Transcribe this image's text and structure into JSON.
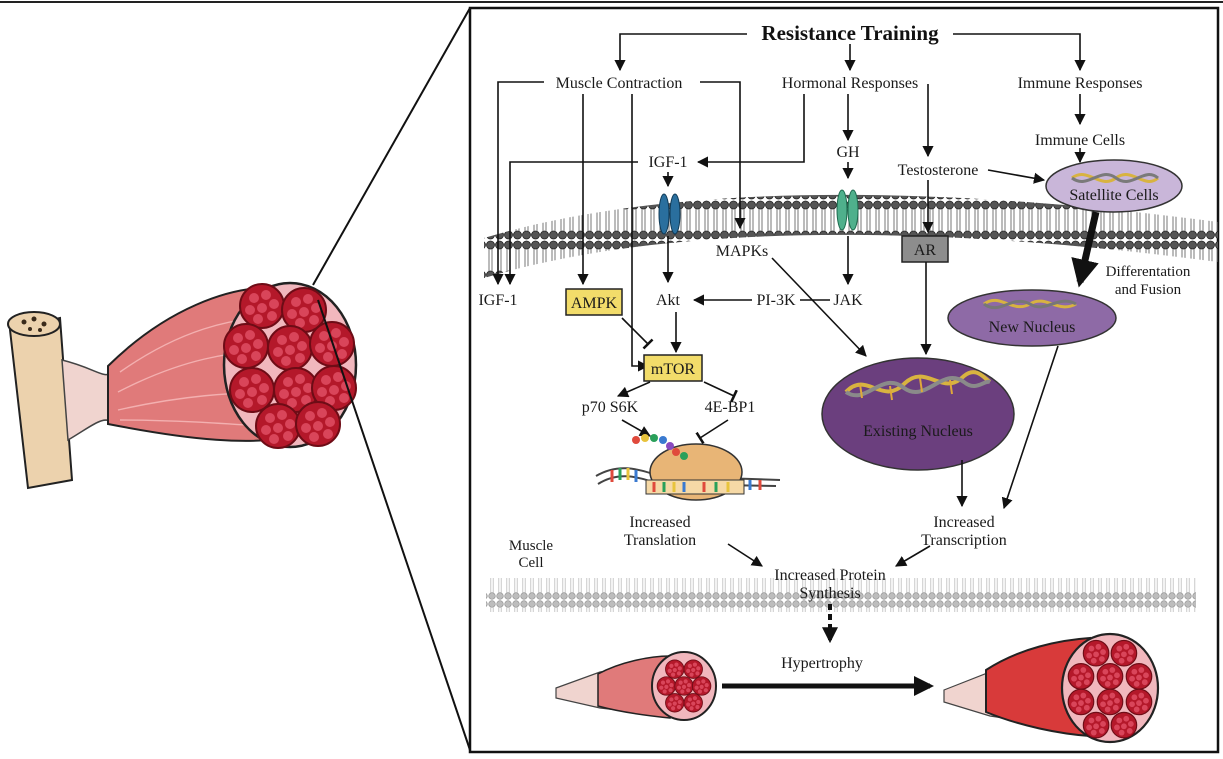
{
  "title": "Resistance Training",
  "stimuli": {
    "muscle_contraction": "Muscle Contraction",
    "hormonal_responses": "Hormonal Responses",
    "immune_responses": "Immune Responses"
  },
  "molecules": {
    "igf1_top": "IGF-1",
    "igf1_side": "IGF-1",
    "gh": "GH",
    "testosterone": "Testosterone",
    "immune_cells": "Immune Cells",
    "satellite_cells": "Satellite Cells",
    "mapks": "MAPKs",
    "ar": "AR",
    "ampk": "AMPK",
    "akt": "Akt",
    "pi3k": "PI-3K",
    "jak": "JAK",
    "mtor": "mTOR",
    "p70s6k": "p70 S6K",
    "4ebp1": "4E-BP1",
    "differentiation_line1": "Differentation",
    "differentiation_line2": "and Fusion",
    "new_nucleus": "New  Nucleus",
    "existing_nucleus": "Existing Nucleus"
  },
  "outcomes": {
    "translation_line1": "Increased",
    "translation_line2": "Translation",
    "transcription_line1": "Increased",
    "transcription_line2": "Transcription",
    "protein_line1": "Increased Protein",
    "protein_line2": "Synthesis",
    "muscle_cell_line1": "Muscle",
    "muscle_cell_line2": "Cell",
    "hypertrophy": "Hypertrophy"
  },
  "colors": {
    "receptor_blue": "#2a6f9e",
    "receptor_green": "#4fb08c",
    "kinase_yellow": "#f2dc6a",
    "ar_gray": "#8d8d8d",
    "satellite_lavender": "#c9b6d9",
    "new_nucleus_purple": "#8e6aa6",
    "existing_nucleus_purple": "#6b3f7e",
    "muscle_red": "#e07a7a",
    "fascicle_red": "#b4182a",
    "bone_tan": "#ecd2ad"
  }
}
